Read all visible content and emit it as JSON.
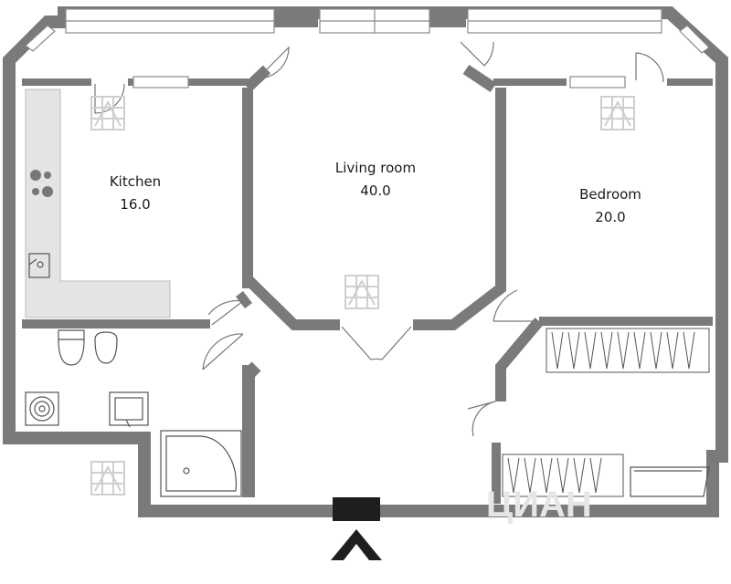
{
  "rooms": {
    "kitchen": {
      "label": "Kitchen",
      "area": "16.0"
    },
    "living_room": {
      "label": "Living room",
      "area": "40.0"
    },
    "bedroom": {
      "label": "Bedroom",
      "area": "20.0"
    }
  },
  "watermark": {
    "text": "ЦИАН"
  },
  "colors": {
    "wall": "#7a7a7a",
    "wall_stroke": "#666666",
    "counter": "#e4e4e4",
    "fixture_stroke": "#555555",
    "entrance": "#1e1e1e",
    "logo": "#cfcfcf"
  }
}
